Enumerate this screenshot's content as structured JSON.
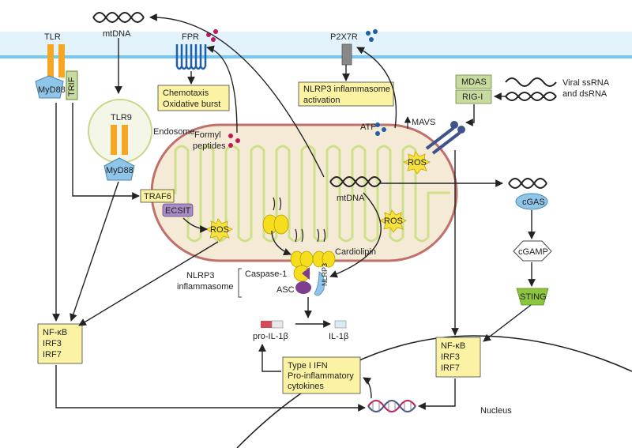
{
  "labels": {
    "tlr": "TLR",
    "myd88_top": "MyD88",
    "trif": "TRIF",
    "mtdna_top": "mtDNA",
    "fpr": "FPR",
    "chemotaxis": "Chemotaxis",
    "oxidative": "Oxidative burst",
    "p2x7r": "P2X7R",
    "nlrp3_activation_1": "NLRP3 inflammasome",
    "nlrp3_activation_2": "activation",
    "mdas": "MDAS",
    "rigi": "RIG-I",
    "viral_1": "Viral ssRNA",
    "viral_2": "and dsRNA",
    "tlr9": "TLR9",
    "endosome": "Endosome",
    "myd88_endo": "MyD88",
    "formyl_1": "Formyl",
    "formyl_2": "peptides",
    "atp": "ATP",
    "mavs": "MAVS",
    "traf6": "TRAF6",
    "ecsit": "ECSIT",
    "ros": "ROS",
    "mtdna_mito": "mtDNA",
    "cgas": "cGAS",
    "cgamp": "cGAMP",
    "sting": "STING",
    "cardiolipin": "Cardiolipin",
    "caspase1": "Caspase-1",
    "asc": "ASC",
    "nlrp3_small": "NLRP3",
    "nlrp3_inf_1": "NLRP3",
    "nlrp3_inf_2": "inflammasome",
    "pro_il1b": "pro-IL-1β",
    "il1b": "IL-1β",
    "nfkb": "NF-κB",
    "irf3": "IRF3",
    "irf7": "IRF7",
    "type1_1": "Type I IFN",
    "type1_2": "Pro-inflammatory",
    "type1_3": "cytokines",
    "nucleus": "Nucleus"
  },
  "colors": {
    "membrane": "#7cc6ea",
    "mito_fill": "#f4ead6",
    "mito_border": "#c0706a",
    "cristae": "#cfe08a",
    "yellow_box": "#fbf2a4",
    "green_box": "#c7dba0",
    "blue_node": "#8ec5e8",
    "yellow_protein": "#f6de1e",
    "purple": "#7c3f8e",
    "red_dot": "#c2185b",
    "blue_dot": "#1f5ea8",
    "ros": "#f6e23a",
    "navy": "#40538a",
    "sting_green": "#8cc63f"
  }
}
